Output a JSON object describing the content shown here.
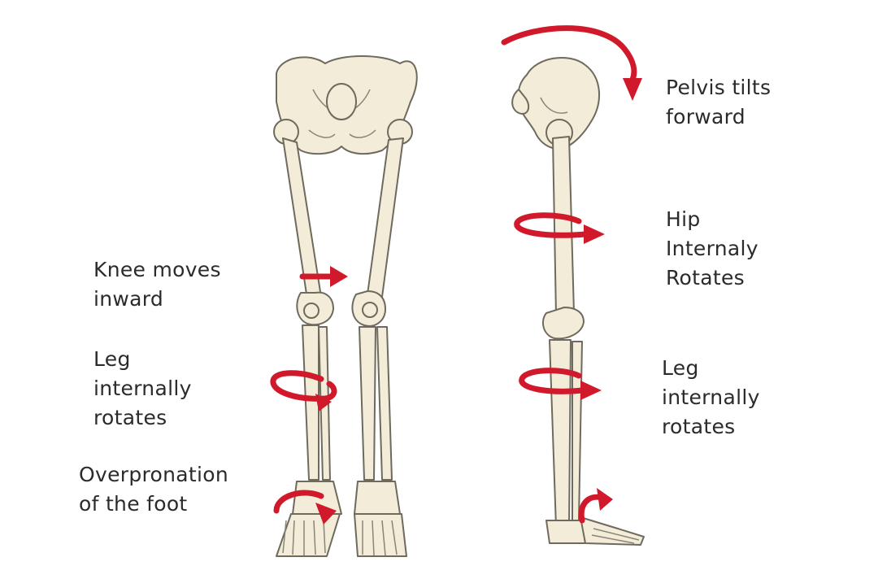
{
  "colors": {
    "accent": "#d0192b",
    "bone": "#f2ecd8",
    "outline": "#6e6a5e",
    "text": "#2b2b2b"
  },
  "labels": {
    "knee": [
      "Knee moves",
      "inward"
    ],
    "leg_front": [
      "Leg",
      "internally",
      "rotates"
    ],
    "foot": [
      "Overpronation",
      "of the foot"
    ],
    "pelvis": [
      "Pelvis tilts",
      "forward"
    ],
    "hip": [
      "Hip",
      "Internaly",
      "Rotates"
    ],
    "leg_side": [
      "Leg",
      "internally",
      "rotates"
    ]
  }
}
